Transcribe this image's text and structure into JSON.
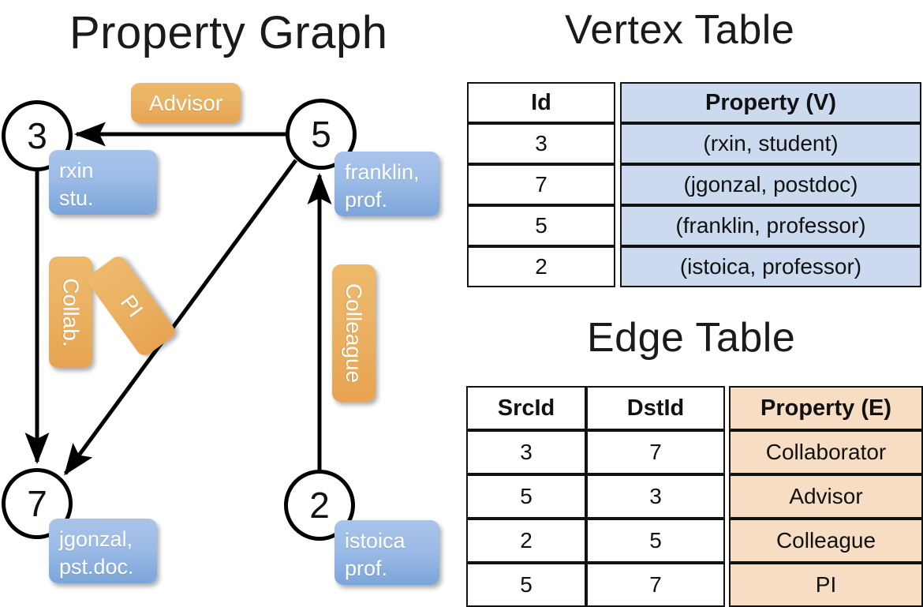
{
  "titles": {
    "graph": "Property Graph",
    "vertex_table": "Vertex Table",
    "edge_table": "Edge Table"
  },
  "graph": {
    "nodes": [
      {
        "id": "3",
        "property": "rxin\nstu."
      },
      {
        "id": "5",
        "property": "franklin,\nprof."
      },
      {
        "id": "7",
        "property": "jgonzal,\npst.doc."
      },
      {
        "id": "2",
        "property": "istoica\nprof."
      }
    ],
    "node_labels": {
      "n3": "3",
      "n5": "5",
      "n7": "7",
      "n2": "2"
    },
    "property_labels": {
      "p3_line1": "rxin",
      "p3_line2": "stu.",
      "p5_line1": "franklin,",
      "p5_line2": "prof.",
      "p7_line1": "jgonzal,",
      "p7_line2": "pst.doc.",
      "p2_line1": "istoica",
      "p2_line2": "prof."
    },
    "edge_labels": {
      "advisor": "Advisor",
      "collab": "Collab.",
      "pi": "PI",
      "colleague": "Colleague"
    },
    "edges": [
      {
        "from": "5",
        "to": "3",
        "label": "Advisor"
      },
      {
        "from": "3",
        "to": "7",
        "label": "Collab."
      },
      {
        "from": "5",
        "to": "7",
        "label": "PI"
      },
      {
        "from": "2",
        "to": "5",
        "label": "Colleague"
      }
    ]
  },
  "vertex_table": {
    "headers": {
      "id": "Id",
      "property": "Property (V)"
    },
    "rows": [
      {
        "id": "3",
        "property": "(rxin, student)"
      },
      {
        "id": "7",
        "property": "(jgonzal, postdoc)"
      },
      {
        "id": "5",
        "property": "(franklin, professor)"
      },
      {
        "id": "2",
        "property": "(istoica, professor)"
      }
    ]
  },
  "edge_table": {
    "headers": {
      "src": "SrcId",
      "dst": "DstId",
      "property": "Property (E)"
    },
    "rows": [
      {
        "src": "3",
        "dst": "7",
        "property": "Collaborator"
      },
      {
        "src": "5",
        "dst": "3",
        "property": "Advisor"
      },
      {
        "src": "2",
        "dst": "5",
        "property": "Colleague"
      },
      {
        "src": "5",
        "dst": "7",
        "property": "PI"
      }
    ]
  },
  "colors": {
    "vertex_property_fill": "#ccdaf0",
    "edge_property_fill": "#f6ddc3",
    "node_box_blue": "#9cbbe6",
    "edge_label_orange": "#eab161",
    "stroke": "#121212"
  }
}
